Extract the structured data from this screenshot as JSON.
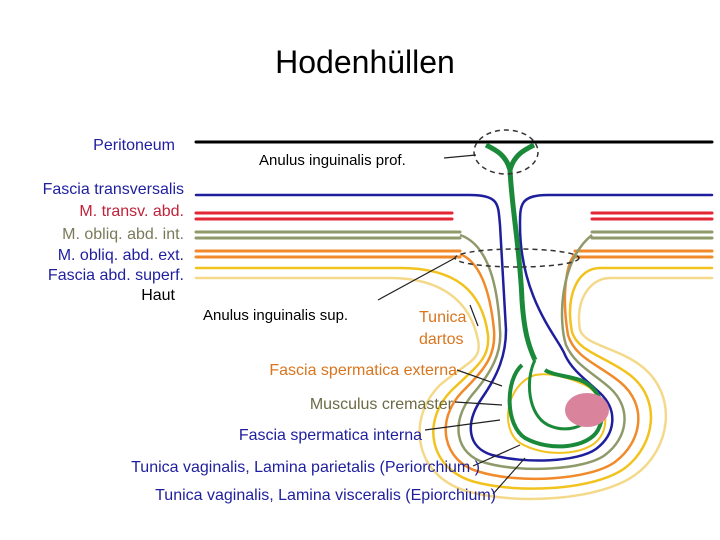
{
  "title": "Hodenhüllen",
  "colors": {
    "peritoneum": "#000000",
    "fascia_transversalis": "#1f1f9e",
    "m_transv": "#e32636",
    "m_obliq_int": "#8f9a6a",
    "m_obliq_ext": "#f08a2a",
    "fascia_superf": "#f2c21e",
    "haut": "#f5d98a",
    "processus": "#1a8a3a",
    "testis": "#d9849c"
  },
  "left_labels": [
    {
      "text": "Peritoneum",
      "color": "#1f1f9e"
    },
    {
      "text": "Fascia transversalis",
      "color": "#1f1f9e"
    },
    {
      "text": "M. transv. abd.",
      "color": "#c0223a"
    },
    {
      "text": "M. obliq. abd. int.",
      "color": "#7a7a5a"
    },
    {
      "text": "M. obliq. abd. ext.",
      "color": "#1f1f9e"
    },
    {
      "text": "Fascia abd. superf.",
      "color": "#1f1f9e"
    },
    {
      "text": "Haut",
      "color": "#000000"
    }
  ],
  "anulus_prof": "Anulus inguinalis prof.",
  "anulus_sup": "Anulus inguinalis sup.",
  "tunica_dartos": [
    "Tunica",
    "dartos"
  ],
  "right_labels": [
    {
      "text": "Fascia spermatica externa",
      "color": "#d9751e"
    },
    {
      "text": "Musculus cremaster",
      "color": "#6b6b45"
    },
    {
      "text": "Fascia spermatica interna",
      "color": "#1f1f9e"
    },
    {
      "text": "Tunica vaginalis, Lamina parietalis (Periorchium )",
      "color": "#1f1f9e"
    },
    {
      "text": "Tunica vaginalis, Lamina visceralis (Epiorchium)",
      "color": "#1f1f9e"
    }
  ]
}
